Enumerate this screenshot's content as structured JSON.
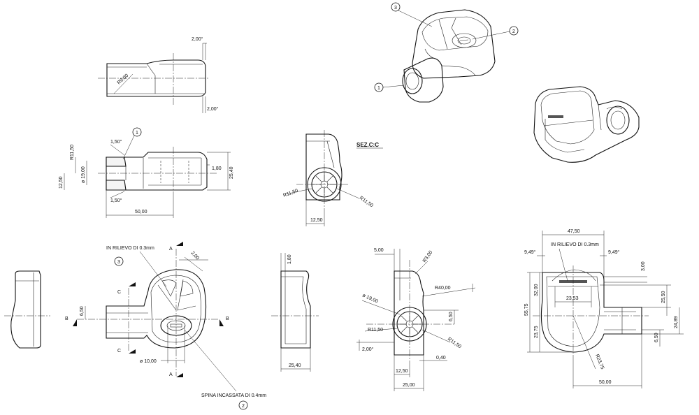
{
  "section_title": "SEZ.C:C",
  "balloons": {
    "b1": "1",
    "b2": "2",
    "b3": "3"
  },
  "notes": {
    "raised_top": "IN RILIEVO DI 0.3mm",
    "raised_right": "IN RILIEVO DI 0.3mm",
    "recessed_pin": "SPINA INCASSATA DI 0.4mm"
  },
  "view_labels": {
    "A": "A",
    "B": "B",
    "C": "C"
  },
  "top_view": {
    "draft_top": "2,00°",
    "draft_bottom": "2,00°",
    "radius": "R9,00"
  },
  "side_section": {
    "r_top": "R11,50",
    "draft1": "1,50°",
    "draft2": "1,50°",
    "dia": "ø 19,00",
    "h_left": "12,50",
    "wall": "1,80",
    "height": "25,40",
    "length": "50,00"
  },
  "section_cc_top": {
    "r1": "R11,50",
    "r2": "R11,50",
    "w": "12,50"
  },
  "plan_view": {
    "angle": "2,00",
    "h": "6,50",
    "dia": "ø 10,00"
  },
  "section_bb": {
    "wall": "1,80",
    "width": "25,40"
  },
  "section_cc_bottom": {
    "w_top": "5,00",
    "r30": "R3,00",
    "r40": "R40,00",
    "dia": "ø 19,00",
    "h": "6,50",
    "r1": "R11,50",
    "r2": "R11,50",
    "draft": "2,00°",
    "w1": "12,50",
    "wall": "0,40",
    "w2": "25,00"
  },
  "right_view": {
    "width": "47,50",
    "angle_l": "9,49°",
    "angle_r": "9,49°",
    "depth": "3,00",
    "h32": "32,00",
    "h55": "55,75",
    "h23": "23,75",
    "w23": "23,53",
    "h25": "25,50",
    "h24": "24,89",
    "h6": "6,50",
    "radius": "R23,75",
    "length": "50,00"
  }
}
